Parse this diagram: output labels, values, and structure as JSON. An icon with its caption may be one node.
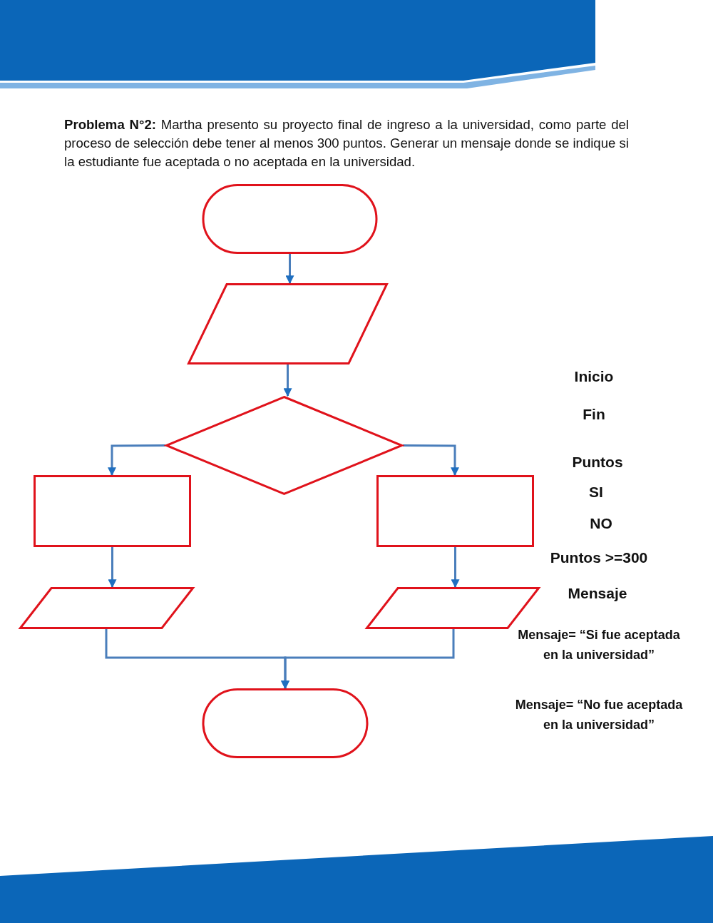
{
  "diagram": {
    "nodes": [
      {
        "text": [],
        "shape": "oval"
      },
      {
        "text": [],
        "shape": "parallelogram"
      },
      {
        "text": [],
        "shape": "diamond"
      },
      {
        "text": [],
        "shape": "box"
      },
      {
        "text": [],
        "shape": "box"
      },
      {
        "text": [],
        "shape": "parallelogram"
      },
      {
        "text": [],
        "shape": "parallelogram"
      },
      {
        "text": [],
        "shape": "oval"
      }
    ],
    "edges": [
      {
        "from": 0,
        "to": 1,
        "arrow": "to"
      },
      {
        "from": 1,
        "to": 2,
        "arrow": "to"
      },
      {
        "from": 2,
        "to": 3,
        "arrow": "to"
      },
      {
        "from": 2,
        "to": 4,
        "arrow": "to"
      },
      {
        "from": 3,
        "to": 5,
        "arrow": "to"
      },
      {
        "from": 4,
        "to": 6,
        "arrow": "to"
      },
      {
        "from": 5,
        "to": 7,
        "arrow": "to"
      },
      {
        "from": 6,
        "to": 7,
        "arrow": "to"
      }
    ],
    "labels": [
      "**Problema N°2:** Martha presento su proyecto final de ingreso a la universidad, como parte del proceso de selección debe tener al menos 300 puntos. Generar un mensaje donde se indique si la estudiante fue aceptada o no aceptada en la universidad.",
      "Inicio",
      "Fin",
      "Puntos",
      "SI",
      "NO",
      "Puntos >=300",
      "Mensaje",
      "Mensaje= “Si fue aceptada en la universidad”",
      "Mensaje= “No fue aceptada en la universidad”"
    ]
  }
}
